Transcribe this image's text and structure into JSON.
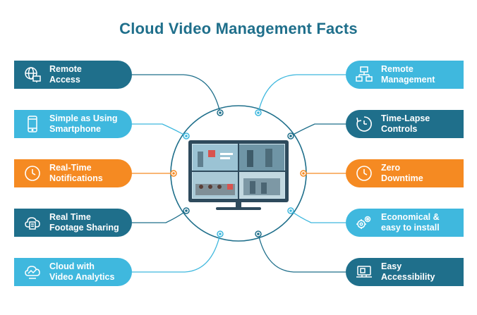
{
  "title": "Cloud Video Management Facts",
  "colors": {
    "dark": "#1f6f8b",
    "light": "#3fb8de",
    "orange": "#f58a22",
    "title": "#1f6f8b"
  },
  "left_items": [
    {
      "line1": "Remote",
      "line2": "Access",
      "icon": "globe-monitor-icon",
      "color": "dark"
    },
    {
      "line1": "Simple as Using",
      "line2": "Smartphone",
      "icon": "smartphone-icon",
      "color": "light"
    },
    {
      "line1": "Real-Time",
      "line2": "Notifications",
      "icon": "clock-icon",
      "color": "orange"
    },
    {
      "line1": "Real Time",
      "line2": "Footage Sharing",
      "icon": "cloud-share-icon",
      "color": "dark"
    },
    {
      "line1": "Cloud with",
      "line2": "Video Analytics",
      "icon": "cloud-analytics-icon",
      "color": "light"
    }
  ],
  "right_items": [
    {
      "line1": "Remote",
      "line2": "Management",
      "icon": "network-management-icon",
      "color": "light"
    },
    {
      "line1": "Time-Lapse",
      "line2": "Controls",
      "icon": "timer-icon",
      "color": "dark"
    },
    {
      "line1": "Zero",
      "line2": "Downtime",
      "icon": "clock-icon",
      "color": "orange"
    },
    {
      "line1": "Economical &",
      "line2": "easy to install",
      "icon": "gears-icon",
      "color": "light"
    },
    {
      "line1": "Easy",
      "line2": "Accessibility",
      "icon": "laptop-icon",
      "color": "dark"
    }
  ]
}
